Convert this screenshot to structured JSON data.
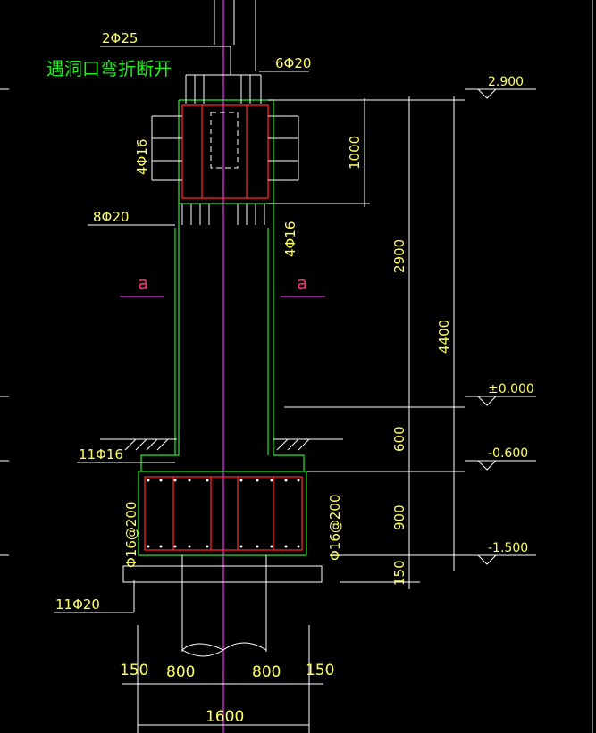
{
  "note": "遇洞口弯折断开",
  "bars": {
    "top_2phi25": "2Φ25",
    "top_6phi20": "6Φ20",
    "side_4phi16_left": "4Φ16",
    "side_4phi16_right": "4Φ16",
    "mid_8phi20": "8Φ20",
    "base_11phi16": "11Φ16",
    "base_11phi20": "11Φ20",
    "stirrup_left": "Φ16@200",
    "stirrup_right": "Φ16@200"
  },
  "section_marks": {
    "left": "a",
    "right": "a"
  },
  "dimensions": {
    "d1000": "1000",
    "d2900": "2900",
    "d4400": "4400",
    "d600": "600",
    "d900": "900",
    "d150v": "150",
    "b150_left": "150",
    "b800_left": "800",
    "b800_right": "800",
    "b150_right": "150",
    "b1600": "1600"
  },
  "elevations": {
    "e1": "2.900",
    "e2": "±0.000",
    "e3": "-0.600",
    "e4": "-1.500"
  },
  "colors": {
    "background": "#000000",
    "concrete_outline": "#22ee22",
    "rebar": "#ff2222",
    "dimension_text": "#ffff66",
    "centerline": "#dd33dd",
    "lines": "#ffffff",
    "section_mark": "#ff3377"
  }
}
